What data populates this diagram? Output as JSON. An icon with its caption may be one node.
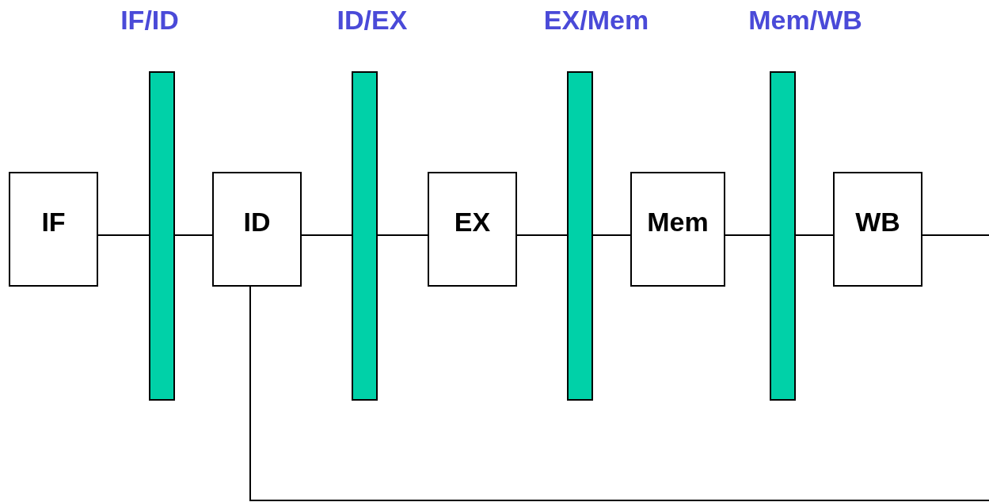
{
  "diagram": {
    "nodes": [
      {
        "text": [
          "IF"
        ]
      },
      {
        "text": [],
        "shape": "bar"
      },
      {
        "text": [
          "ID"
        ]
      },
      {
        "text": [],
        "shape": "bar"
      },
      {
        "text": [
          "EX"
        ]
      },
      {
        "text": [],
        "shape": "bar"
      },
      {
        "text": [
          "Mem"
        ]
      },
      {
        "text": [],
        "shape": "bar"
      },
      {
        "text": [
          "WB"
        ]
      }
    ],
    "edges": [
      {
        "from": 0,
        "to": 1,
        "arrow": "none"
      },
      {
        "from": 1,
        "to": 2,
        "arrow": "none"
      },
      {
        "from": 2,
        "to": 3,
        "arrow": "none"
      },
      {
        "from": 3,
        "to": 4,
        "arrow": "none"
      },
      {
        "from": 4,
        "to": 5,
        "arrow": "none"
      },
      {
        "from": 5,
        "to": 6,
        "arrow": "none"
      },
      {
        "from": 6,
        "to": 7,
        "arrow": "none"
      },
      {
        "from": 7,
        "to": 8,
        "arrow": "none"
      },
      {
        "from": 8,
        "to": null,
        "arrow": "none"
      },
      {
        "from": 2,
        "to": null,
        "arrow": "none"
      }
    ],
    "labels": [
      "IF/ID",
      "ID/EX",
      "EX/Mem",
      "Mem/WB"
    ]
  }
}
